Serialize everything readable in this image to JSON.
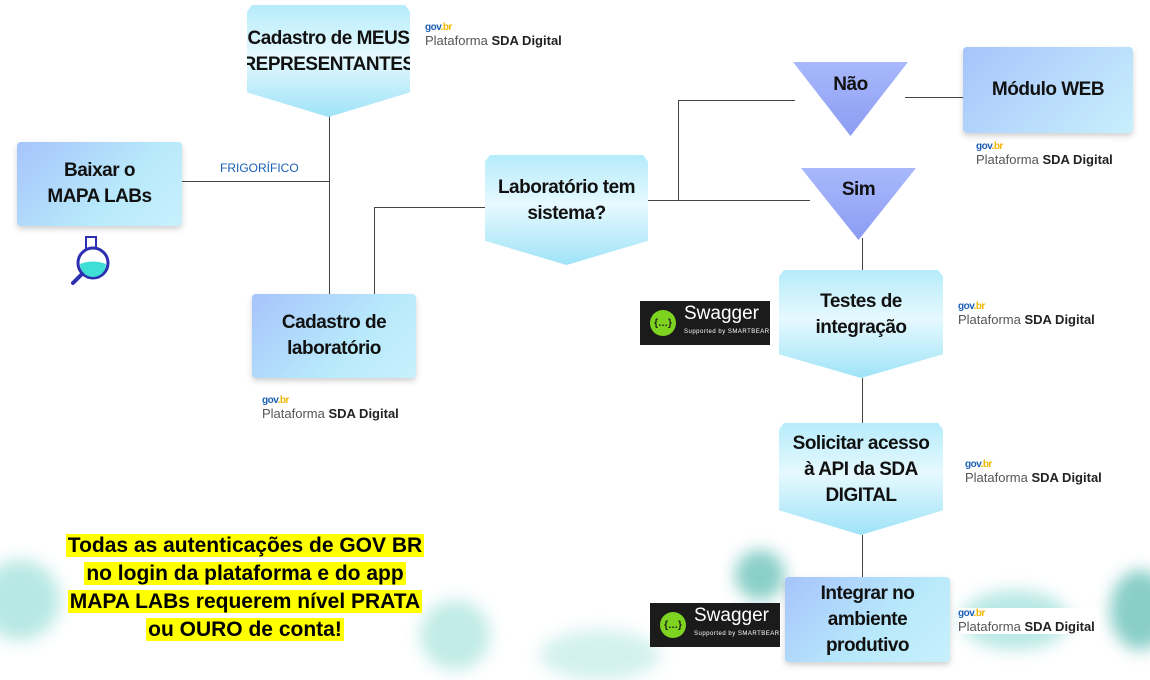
{
  "nodes": {
    "meus_representantes": "Cadastro de MEUS REPRESENTANTES",
    "baixar": "Baixar o MAPA LABs",
    "cadastro_lab": "Cadastro de laboratório",
    "lab_sistema": "Laboratório tem sistema?",
    "nao": "Não",
    "sim": "Sim",
    "modulo_web": "Módulo WEB",
    "testes": "Testes de integração",
    "solicitar": "Solicitar acesso à API da SDA DIGITAL",
    "integrar": "Integrar no ambiente produtivo"
  },
  "edge_label": "FRIGORÍFICO",
  "platform": {
    "logo_a": "gov",
    "logo_b": ".br",
    "prefix": "Plataforma ",
    "name": "SDA Digital"
  },
  "swagger": {
    "icon": "{…}",
    "name": "Swagger",
    "tagline": "Supported by SMARTBEAR"
  },
  "note": {
    "lines": [
      "Todas as autenticações de GOV BR",
      "no login da plataforma e do app",
      "MAPA LABs requerem nível PRATA",
      "ou OURO de conta!"
    ]
  },
  "colors": {
    "highlight": "#ffff00",
    "edge_label": "#1b5fb4",
    "swagger_green": "#7ed321"
  }
}
